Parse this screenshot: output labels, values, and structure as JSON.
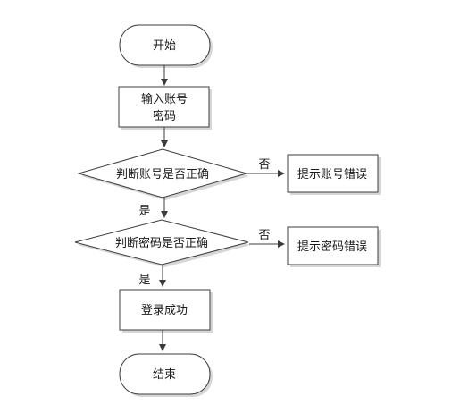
{
  "nodes": {
    "start": "开始",
    "input_line1": "输入账号",
    "input_line2": "密码",
    "check_account": "判断账号是否正确",
    "account_error": "提示账号错误",
    "check_password": "判断密码是否正确",
    "password_error": "提示密码错误",
    "login_success": "登录成功",
    "end": "结束"
  },
  "edges": {
    "account_no": "否",
    "account_yes": "是",
    "password_no": "否",
    "password_yes": "是"
  },
  "colors": {
    "stroke": "#3c3c3c",
    "shadow": "#d6d6d6",
    "fill": "#ffffff"
  }
}
